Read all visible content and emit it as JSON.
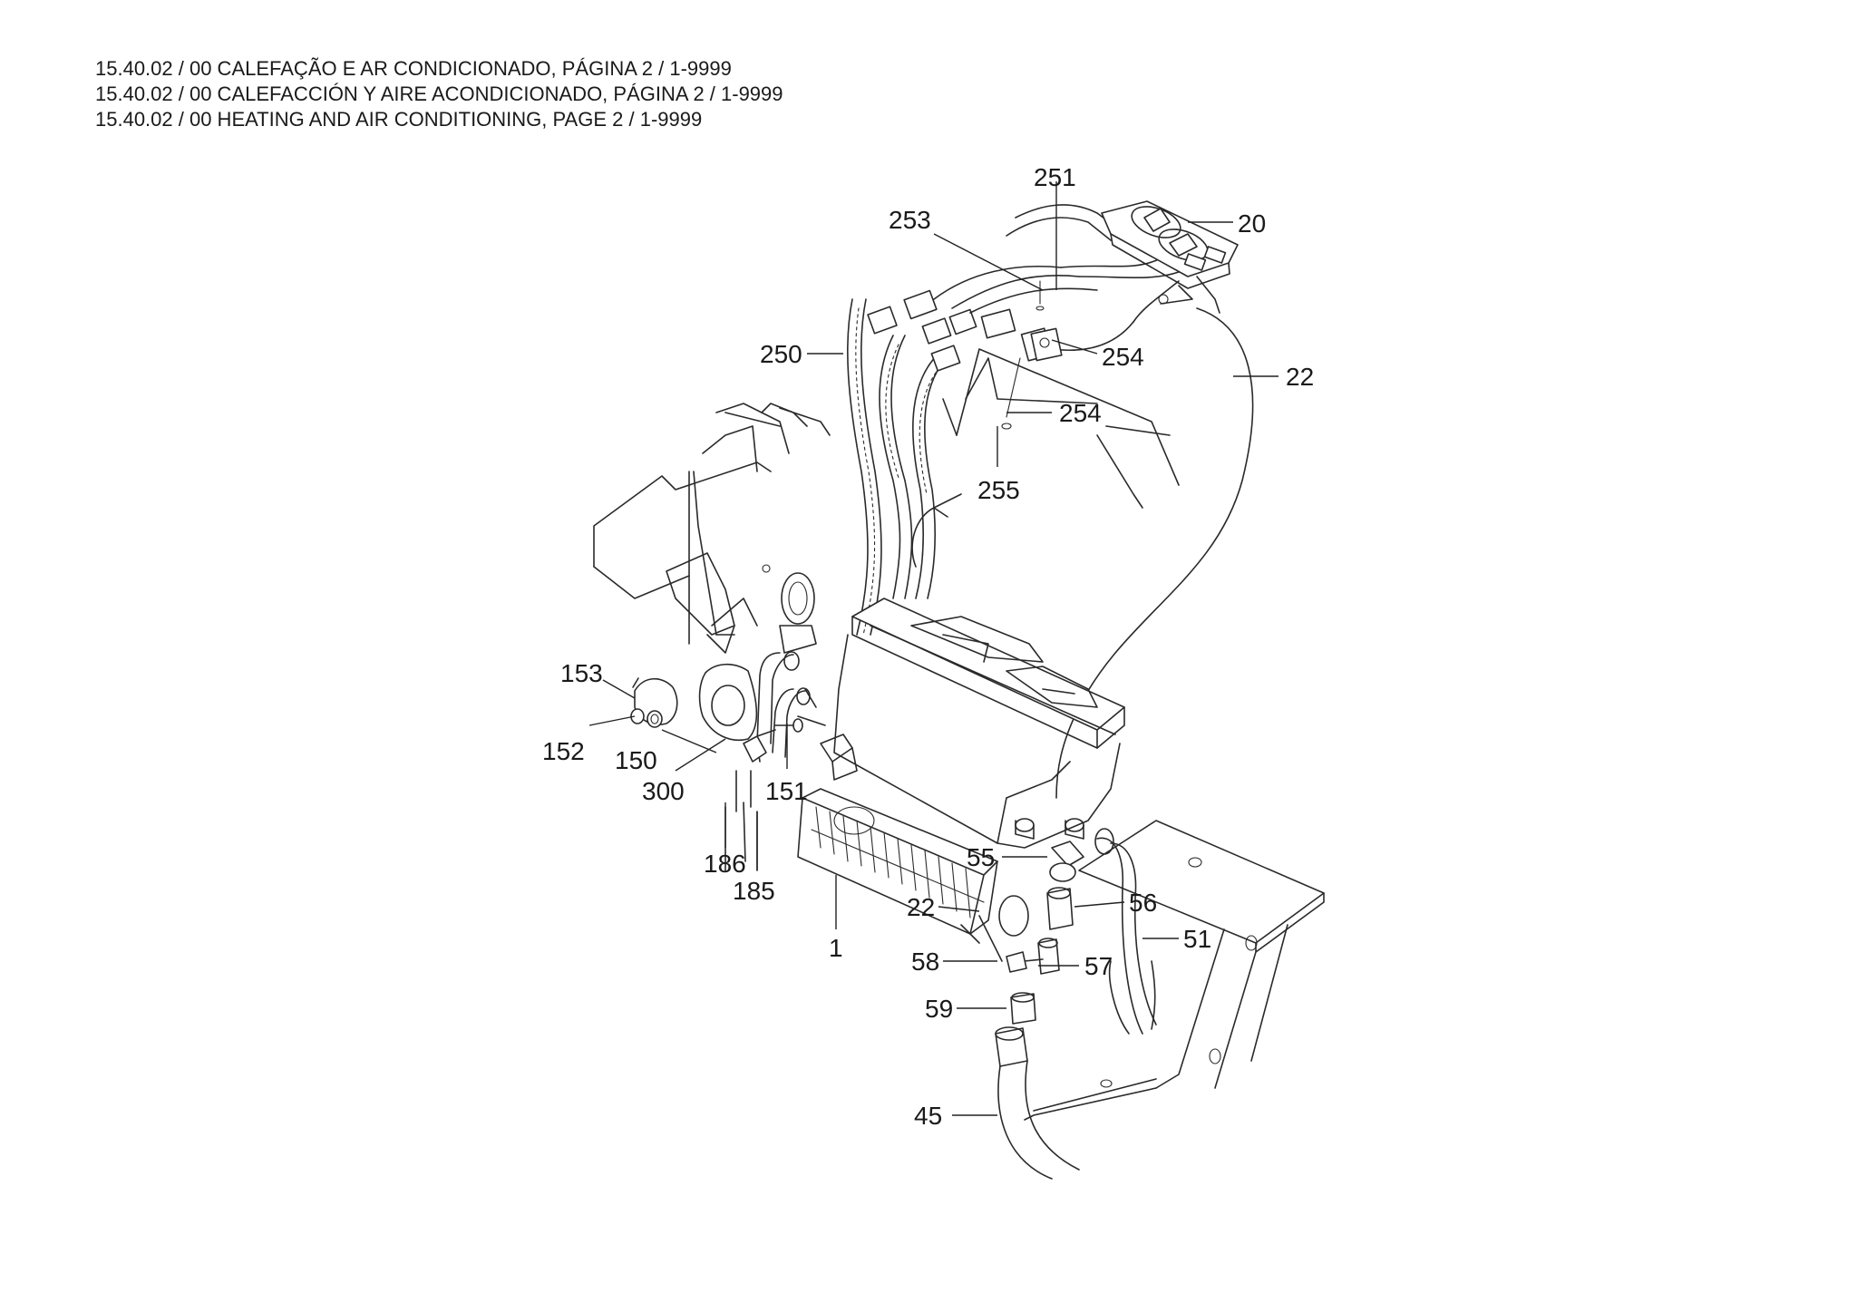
{
  "header": {
    "lines": [
      "15.40.02 / 00 CALEFAÇÃO E AR CONDICIONADO, PÁGINA 2 / 1-9999",
      "15.40.02 / 00 CALEFACCIÓN Y AIRE ACONDICIONADO, PÁGINA 2 / 1-9999",
      "15.40.02 / 00 HEATING AND AIR CONDITIONING, PAGE 2 / 1-9999"
    ]
  },
  "callouts": [
    {
      "id": "c251",
      "label": "251"
    },
    {
      "id": "c20",
      "label": "20"
    },
    {
      "id": "c253",
      "label": "253"
    },
    {
      "id": "c250",
      "label": "250"
    },
    {
      "id": "c254a",
      "label": "254"
    },
    {
      "id": "c22a",
      "label": "22"
    },
    {
      "id": "c254b",
      "label": "254"
    },
    {
      "id": "c255",
      "label": "255"
    },
    {
      "id": "c153",
      "label": "153"
    },
    {
      "id": "c152",
      "label": "152"
    },
    {
      "id": "c150",
      "label": "150"
    },
    {
      "id": "c300",
      "label": "300"
    },
    {
      "id": "c151",
      "label": "151"
    },
    {
      "id": "c186",
      "label": "186"
    },
    {
      "id": "c185",
      "label": "185"
    },
    {
      "id": "c55",
      "label": "55"
    },
    {
      "id": "c22b",
      "label": "22"
    },
    {
      "id": "c56",
      "label": "56"
    },
    {
      "id": "c1",
      "label": "1"
    },
    {
      "id": "c51",
      "label": "51"
    },
    {
      "id": "c58",
      "label": "58"
    },
    {
      "id": "c57",
      "label": "57"
    },
    {
      "id": "c59",
      "label": "59"
    },
    {
      "id": "c45",
      "label": "45"
    }
  ]
}
